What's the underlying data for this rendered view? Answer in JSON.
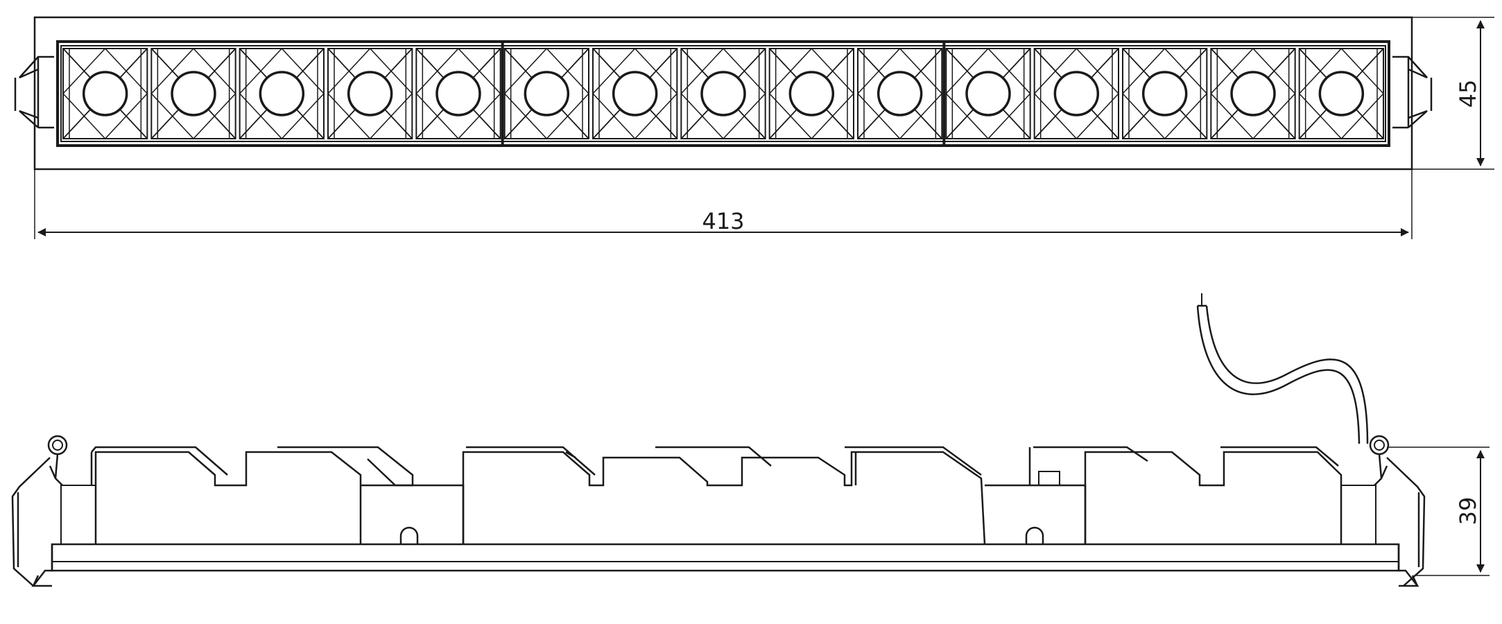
{
  "drawing": {
    "top_view": {
      "led_count": 15,
      "module_count": 3,
      "leds_per_module": 5,
      "width_dimension": "413",
      "height_dimension": "45"
    },
    "side_view": {
      "height_dimension": "39",
      "has_cable": true
    },
    "colors": {
      "line": "#1a1a1a",
      "background": "#ffffff"
    }
  }
}
